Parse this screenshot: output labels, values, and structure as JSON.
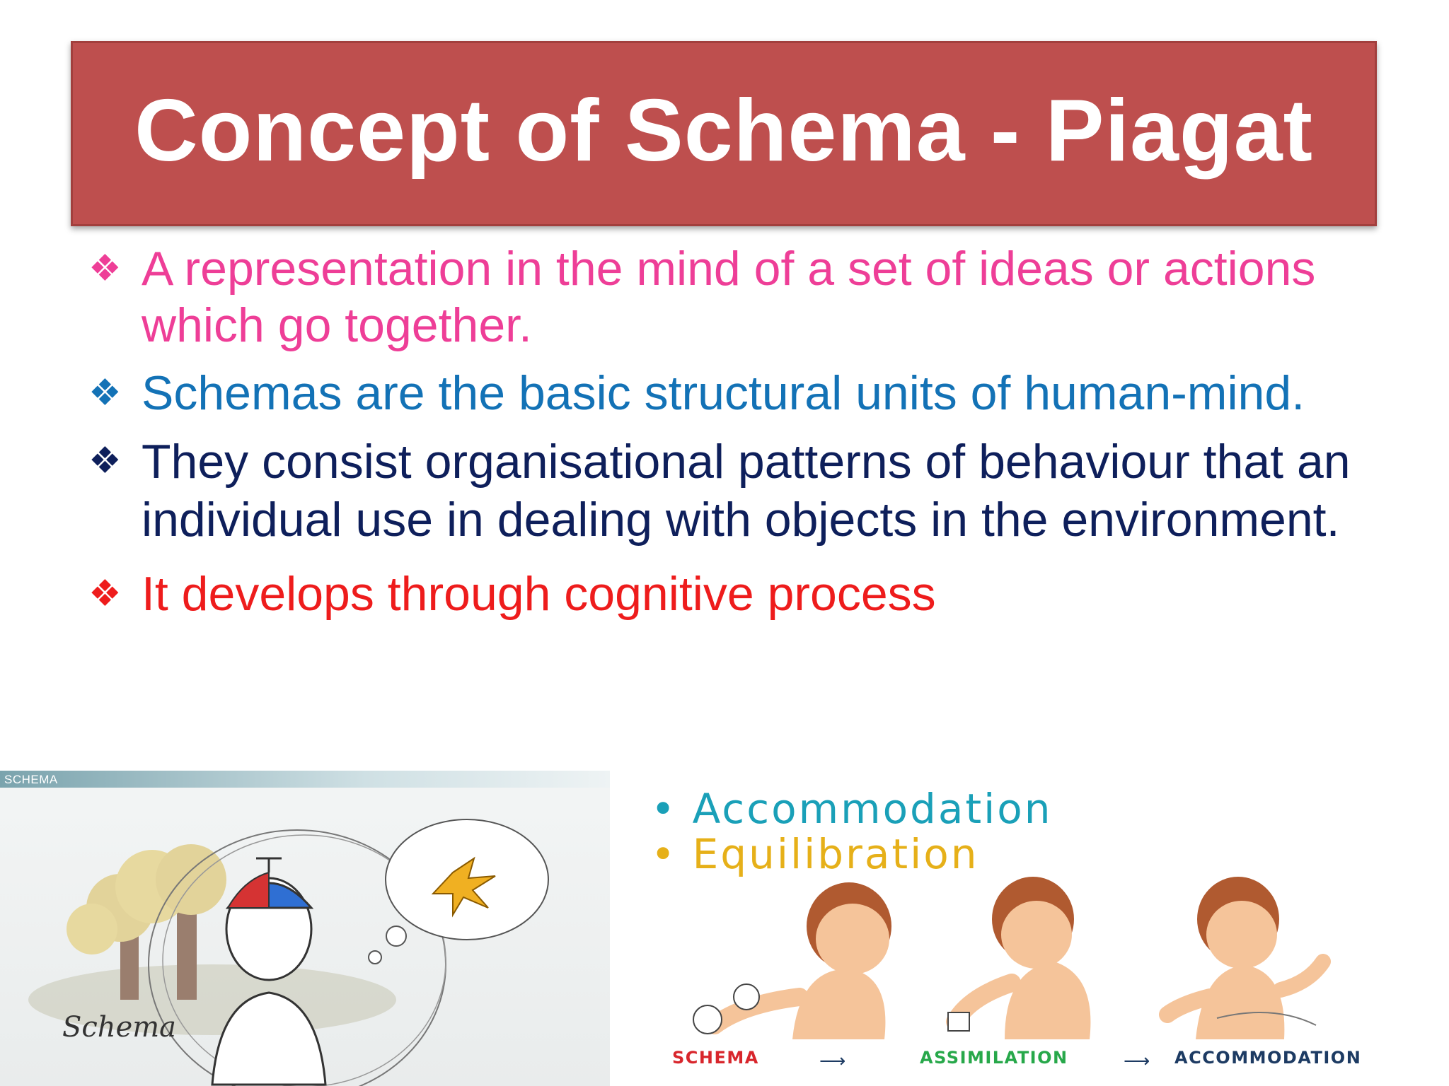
{
  "slide": {
    "title": "Concept of Schema - Piagat",
    "bullet_glyph": "❖",
    "bullets": [
      {
        "text": "A representation in the mind of a set of ideas or actions which go together.",
        "color": "#ee3e97"
      },
      {
        "text": "Schemas are the basic structural units of human-mind.",
        "color": "#1372b6"
      },
      {
        "text": "They consist organisational patterns of behaviour that an individual use in dealing with objects in the environment.",
        "color": "#0e1f5b"
      },
      {
        "text": "It develops through cognitive process",
        "color": "#ee1c1c"
      }
    ]
  },
  "left_image": {
    "strip_label": "SCHEMA",
    "caption": "Schema"
  },
  "right_image": {
    "items": [
      "• Accommodation",
      "• Equilibration"
    ],
    "stages": [
      "SCHEMA",
      "ASSIMILATION",
      "ACCOMMODATION"
    ]
  }
}
